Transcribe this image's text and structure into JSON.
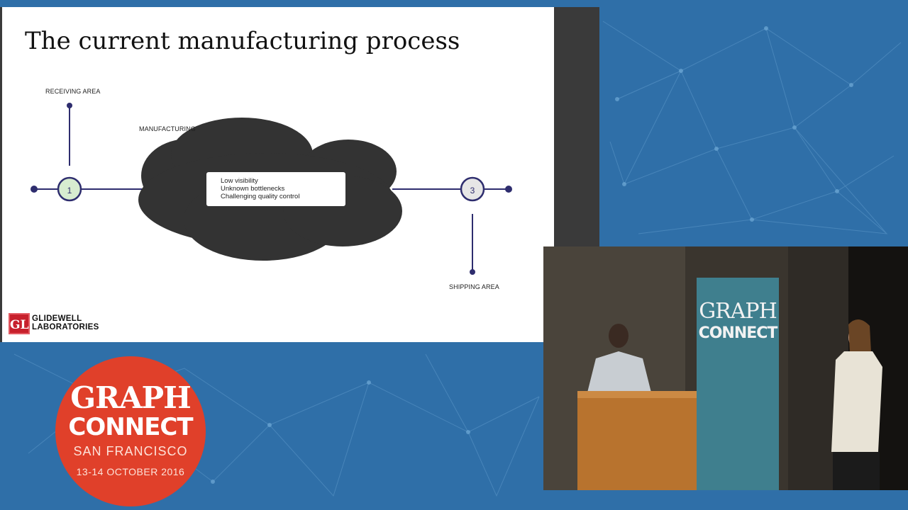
{
  "slide": {
    "title": "The current manufacturing process",
    "labels": {
      "receiving": "RECEIVING AREA",
      "manufacturing": "MANUFACTURING",
      "shipping": "SHIPPING AREA"
    },
    "steps": {
      "step1": "1",
      "step3": "3"
    },
    "issues": [
      "Low visibility",
      "Unknown bottlenecks",
      "Challenging quality control"
    ],
    "logo": {
      "mark": "GL",
      "line1": "GLIDEWELL",
      "line2": "LABORATORIES"
    }
  },
  "event_badge": {
    "line1": "GRAPH",
    "line2": "CONNECT",
    "city": "SAN FRANCISCO",
    "dates": "13-14 OCTOBER 2016"
  },
  "stage_banner": {
    "line1": "GRAPH",
    "line2": "CONNECT"
  },
  "colors": {
    "background": "#2f6fa8",
    "badge": "#e0402a",
    "node_line": "#2e2d6e",
    "node1_fill": "#d7ecd0",
    "node3_fill": "#e6e6e6",
    "cloud": "#333333",
    "logo_red": "#c7202c"
  }
}
